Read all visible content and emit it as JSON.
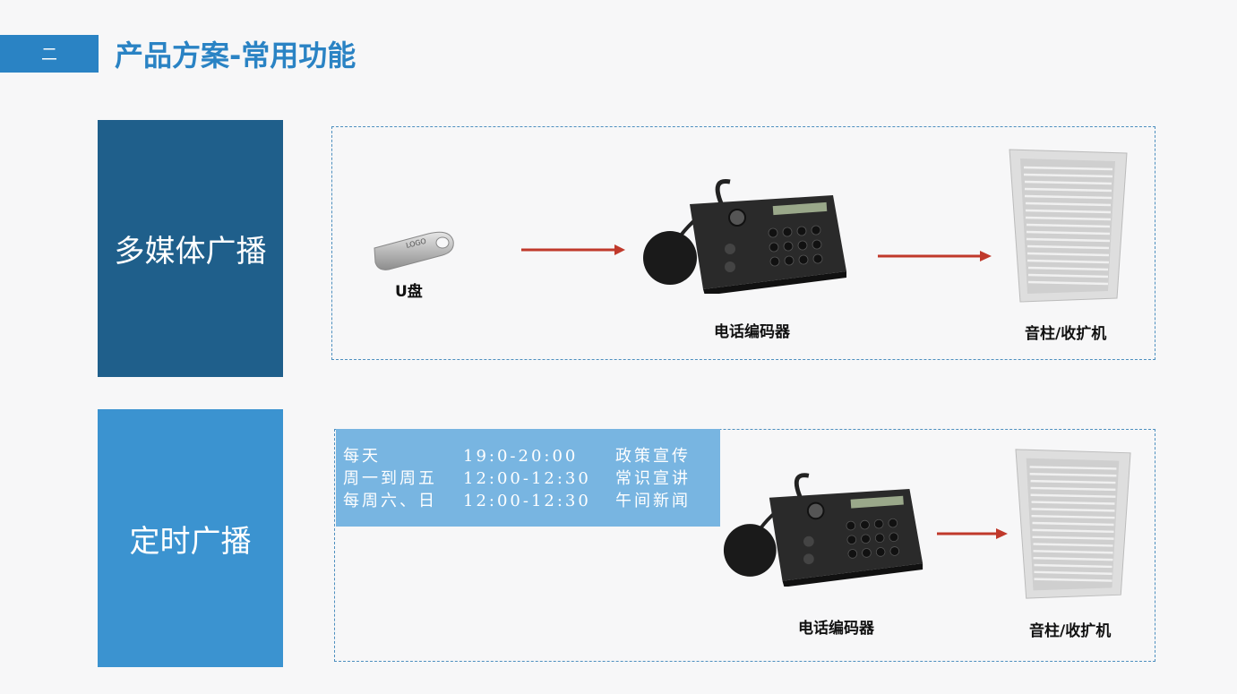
{
  "header": {
    "section_number": "二",
    "title": "产品方案-常用功能"
  },
  "rows": [
    {
      "label": "多媒体广播",
      "items": [
        {
          "caption": "U盘"
        },
        {
          "caption": "电话编码器"
        },
        {
          "caption": "音柱/收扩机"
        }
      ]
    },
    {
      "label": "定时广播",
      "schedule": [
        {
          "day": "每天",
          "time": "19:0-20:00",
          "program": "政策宣传"
        },
        {
          "day": "周一到周五",
          "time": "12:00-12:30",
          "program": "常识宣讲"
        },
        {
          "day": "每周六、日",
          "time": "12:00-12:30",
          "program": "午间新闻"
        }
      ],
      "items": [
        {
          "caption": "电话编码器"
        },
        {
          "caption": "音柱/收扩机"
        }
      ]
    }
  ],
  "usb_logo_text": "LOGO",
  "colors": {
    "accent": "#2a83c4",
    "row1_label_bg": "#1f5f8b",
    "row2_label_bg": "#3b93d0",
    "schedule_bg": "#78b5e1",
    "arrow": "#c0392b"
  }
}
